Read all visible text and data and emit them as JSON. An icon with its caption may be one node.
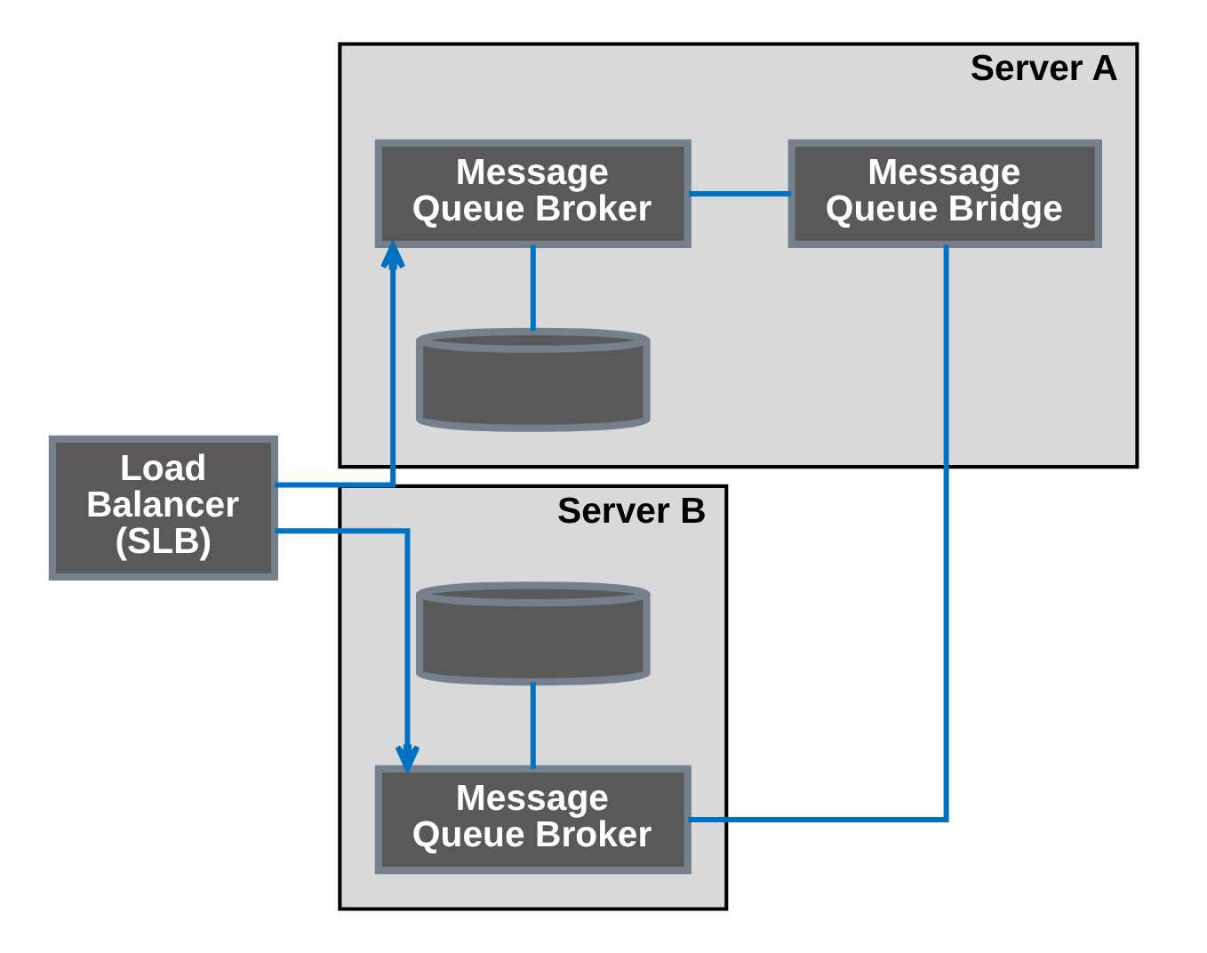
{
  "diagram": {
    "nodes": [
      {
        "text": [
          "Server A"
        ]
      },
      {
        "text": [],
        "shape": "cylinder",
        "in": 0
      },
      {
        "text": [
          "Message Queue Broker"
        ],
        "in": 0
      },
      {
        "text": [
          "Message Queue Bridge"
        ],
        "in": 0
      },
      {
        "text": [
          "Load Balancer (SLB)"
        ]
      },
      {
        "text": [
          "Server B"
        ]
      },
      {
        "text": [
          "Message Queue Broker"
        ],
        "in": 5
      },
      {
        "text": [],
        "shape": "cylinder",
        "in": 5
      }
    ],
    "edges": [
      {
        "from": 4,
        "to": 2,
        "arrow": "to"
      },
      {
        "from": 4,
        "to": 6,
        "arrow": "to"
      },
      {
        "from": 1,
        "to": 2,
        "arrow": "none"
      },
      {
        "from": 2,
        "to": 3,
        "arrow": "none"
      },
      {
        "from": 3,
        "to": 6,
        "arrow": "none"
      },
      {
        "from": 6,
        "to": 7,
        "arrow": "none"
      }
    ]
  }
}
